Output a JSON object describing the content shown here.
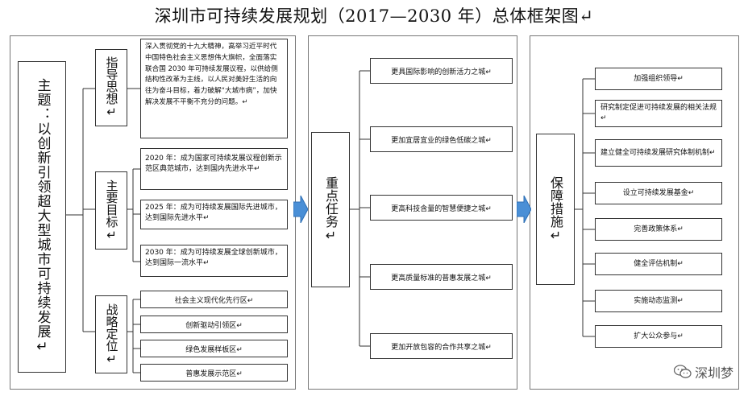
{
  "title": "深圳市可持续发展规划（2017—2030 年）总体框架图↵",
  "theme": {
    "label": "主题：以创新引领超大型城市可持续发展↵"
  },
  "guiding": {
    "label": "指导思想↵",
    "text": "深入贯彻党的十九大精神，高举习近平时代中国特色社会主义思想伟大旗帜，全面落实联合国 2030 年可持续发展议程，以供给侧结构性改革为主线，以人民对美好生活的向往为奋斗目标，着力破解“大城市病”，加快解决发展不平衡不充分的问题。↵"
  },
  "goals": {
    "label": "主要目标↵",
    "items": [
      "2020 年：成为国家可持续发展议程创新示范区典范城市，达到国内先进水平↵",
      "2025 年：成为可持续发展国际先进城市，达到国际先进水平↵",
      "2030 年：成为可持续发展全球创新城市，达到国际一流水平↵"
    ]
  },
  "positioning": {
    "label": "战略定位↵",
    "items": [
      "社会主义现代化先行区↵",
      "创新驱动引领区↵",
      "绿色发展样板区↵",
      "普惠发展示范区↵"
    ]
  },
  "tasks": {
    "label": "重点任务↵",
    "items": [
      "更具国际影响的创新活力之城↵",
      "更加宜居宜业的绿色低碳之城↵",
      "更高科技含量的智慧便捷之城↵",
      "更高质量标准的普惠发展之城↵",
      "更加开放包容的合作共享之城↵"
    ]
  },
  "measures": {
    "label": "保障措施↵",
    "items": [
      "加强组织领导↵",
      "研究制定促进可持续发展的相关法规↵",
      "建立健全可持续发展研究体制机制↵",
      "设立可持续发展基金↵",
      "完善政策体系↵",
      "健全评估机制↵",
      "实施动态监测↵",
      "扩大公众参与↵"
    ]
  },
  "watermark": "深圳梦",
  "colors": {
    "arrow": "#4a8fd6",
    "arrow_dark": "#2d6fb5",
    "border": "#333333"
  }
}
